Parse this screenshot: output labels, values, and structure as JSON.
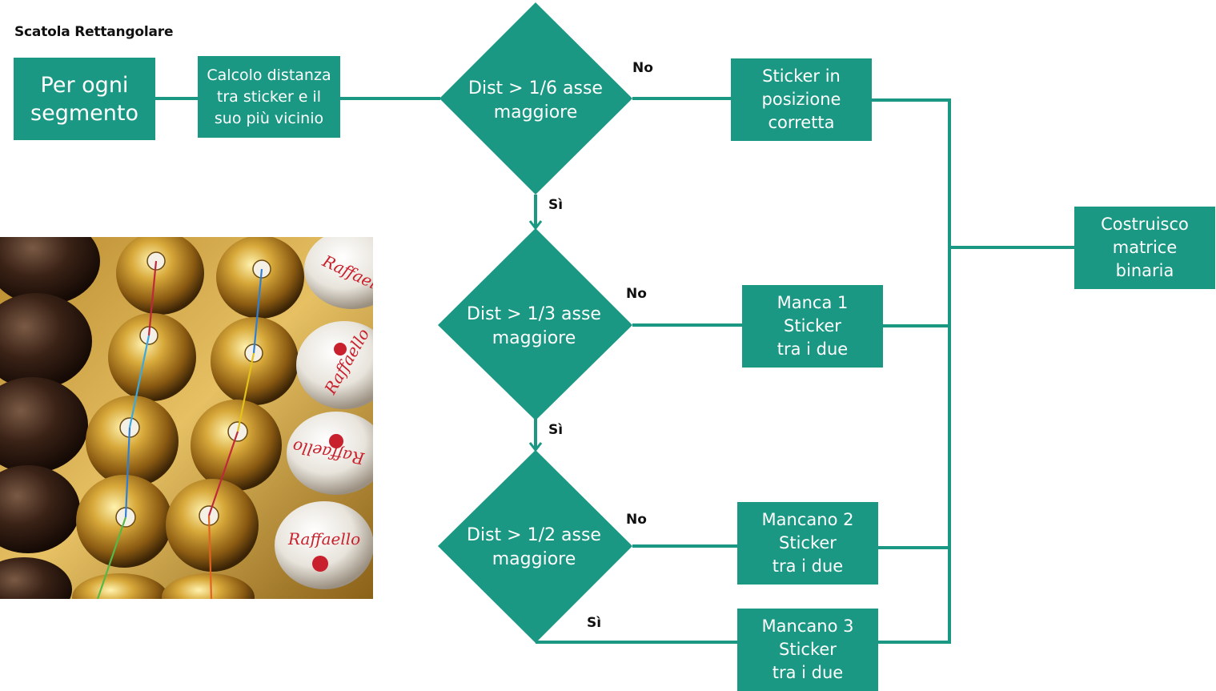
{
  "title": "Scatola Rettangolare",
  "boxes": {
    "per_ogni": "Per ogni\nsegmento",
    "calcolo": "Calcolo distanza\ntra sticker e il\nsuo più vicinio",
    "sticker_ok": "Sticker in\nposizione\ncorretta",
    "manca1": "Manca 1\nSticker\ntra i due",
    "mancano2": "Mancano 2\nSticker\ntra i due",
    "mancano3": "Mancano 3\nSticker\ntra i due",
    "costruisco": "Costruisco\nmatrice\nbinaria"
  },
  "decisions": {
    "d1": "Dist > 1/6 asse\nmaggiore",
    "d2": "Dist > 1/3 asse\nmaggiore",
    "d3": "Dist > 1/2 asse\nmaggiore"
  },
  "labels": {
    "no1": "No",
    "si1": "Sì",
    "no2": "No",
    "si2": "Sì",
    "no3": "No",
    "si3": "Sì"
  },
  "photo_text": {
    "brand_a": "Raffaello",
    "brand_b": "Raffaello",
    "brand_c": "Raffaello",
    "brand_d": "Raffaello"
  },
  "colors": {
    "teal": "#1a9883",
    "line_red": "#c0283c",
    "line_blue": "#2f7fd6",
    "line_cyan": "#3aa9e0",
    "line_yellow": "#e3c21a",
    "line_green": "#56b848",
    "line_orange": "#e2631f"
  }
}
